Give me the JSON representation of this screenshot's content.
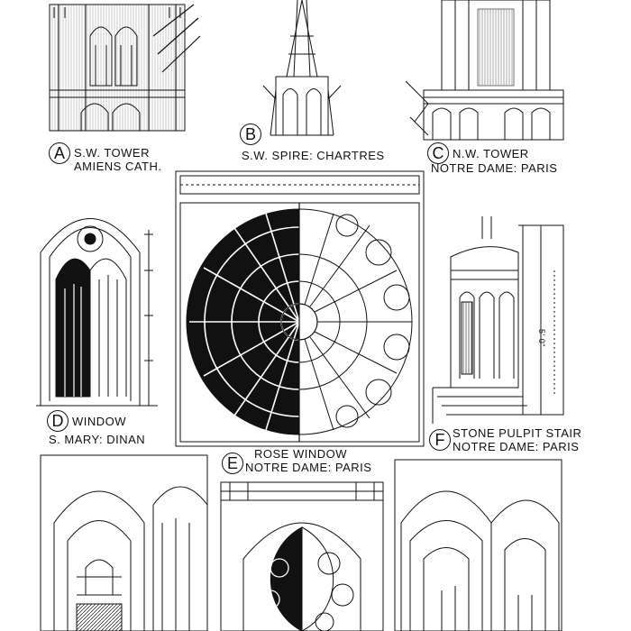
{
  "plates": {
    "a": {
      "letter": "A",
      "line1": "S.W. TOWER",
      "line2": "AMIENS CATH."
    },
    "b": {
      "letter": "B",
      "line1": "S.W. SPIRE: CHARTRES"
    },
    "c": {
      "letter": "C",
      "line1": "N.W. TOWER",
      "line2": "NOTRE DAME: PARIS"
    },
    "d": {
      "letter": "D",
      "line1": "WINDOW",
      "line2": "S. MARY: DINAN"
    },
    "e": {
      "letter": "E",
      "line1": "ROSE WINDOW",
      "line2": "NOTRE DAME: PARIS"
    },
    "f": {
      "letter": "F",
      "line1": "STONE PULPIT STAIR",
      "line2": "NOTRE DAME: PARIS"
    }
  },
  "dimension_label": "5' 0\"",
  "ink_color": "#111111",
  "paper_color": "#ffffff"
}
